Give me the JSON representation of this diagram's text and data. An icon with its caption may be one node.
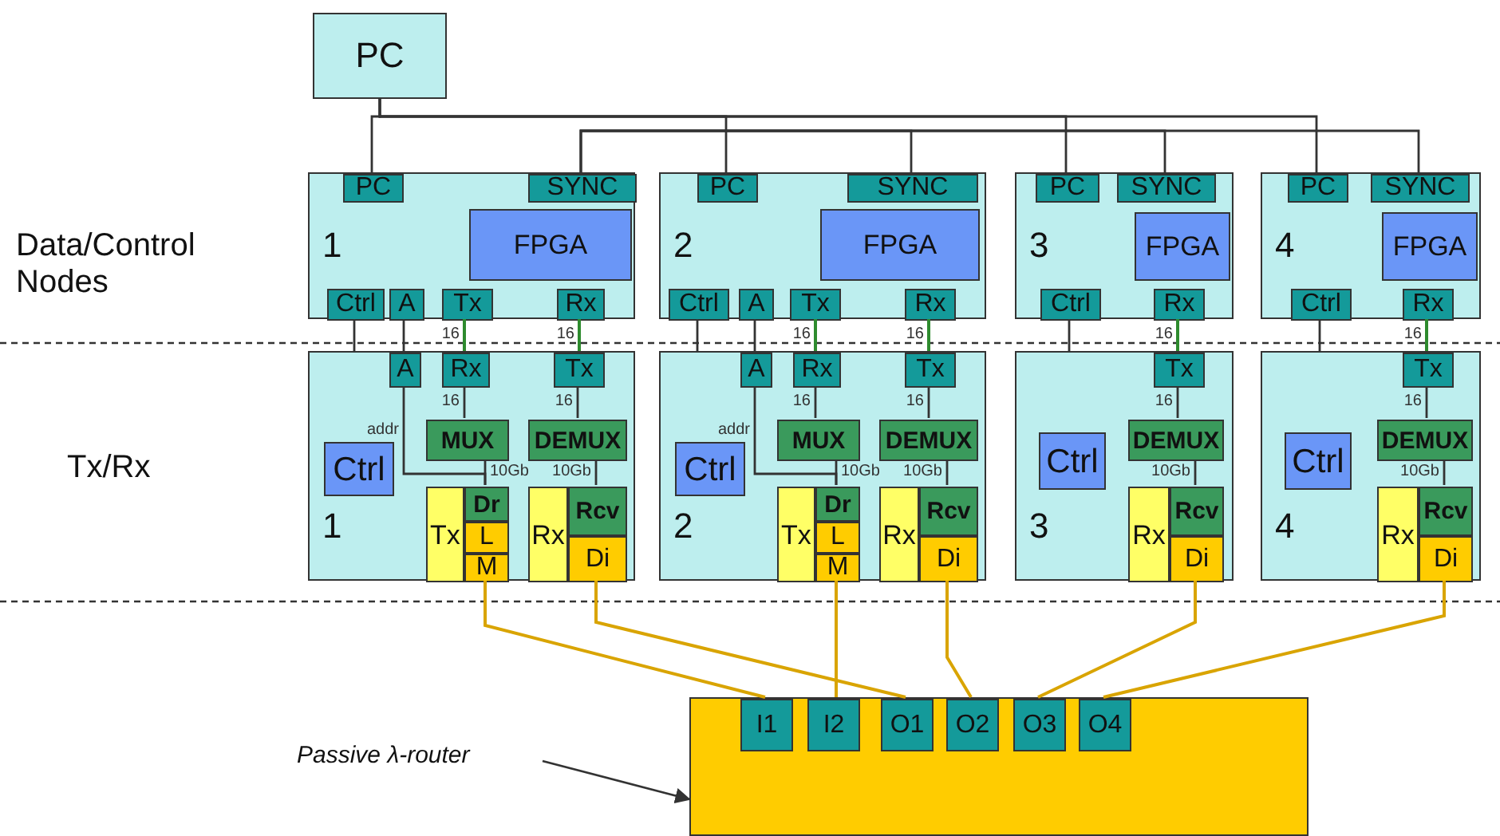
{
  "diagram": {
    "nodes": [
      {
        "text": [
          "PC"
        ]
      },
      {
        "text": [
          "1"
        ]
      },
      {
        "text": [
          "PC"
        ],
        "in": 1
      },
      {
        "text": [
          "SYNC"
        ],
        "in": 1
      },
      {
        "text": [
          "FPGA"
        ],
        "in": 1
      },
      {
        "text": [
          "Ctrl"
        ],
        "in": 1
      },
      {
        "text": [
          "A"
        ],
        "in": 1
      },
      {
        "text": [
          "Tx"
        ],
        "in": 1
      },
      {
        "text": [
          "Rx"
        ],
        "in": 1
      },
      {
        "text": [
          "2"
        ]
      },
      {
        "text": [
          "PC"
        ],
        "in": 9
      },
      {
        "text": [
          "SYNC"
        ],
        "in": 9
      },
      {
        "text": [
          "FPGA"
        ],
        "in": 9
      },
      {
        "text": [
          "Ctrl"
        ],
        "in": 9
      },
      {
        "text": [
          "A"
        ],
        "in": 9
      },
      {
        "text": [
          "Tx"
        ],
        "in": 9
      },
      {
        "text": [
          "Rx"
        ],
        "in": 9
      },
      {
        "text": [
          "3"
        ]
      },
      {
        "text": [
          "PC"
        ],
        "in": 17
      },
      {
        "text": [
          "SYNC"
        ],
        "in": 17
      },
      {
        "text": [
          "FPGA"
        ],
        "in": 17
      },
      {
        "text": [
          "Ctrl"
        ],
        "in": 17
      },
      {
        "text": [
          "Rx"
        ],
        "in": 17
      },
      {
        "text": [
          "4"
        ]
      },
      {
        "text": [
          "PC"
        ],
        "in": 23
      },
      {
        "text": [
          "SYNC"
        ],
        "in": 23
      },
      {
        "text": [
          "FPGA"
        ],
        "in": 23
      },
      {
        "text": [
          "Ctrl"
        ],
        "in": 23
      },
      {
        "text": [
          "Rx"
        ],
        "in": 23
      },
      {
        "text": [
          "1"
        ]
      },
      {
        "text": [
          "A"
        ],
        "in": 29
      },
      {
        "text": [
          "Rx"
        ],
        "in": 29
      },
      {
        "text": [
          "Tx"
        ],
        "in": 29
      },
      {
        "text": [
          "Ctrl"
        ],
        "in": 29
      },
      {
        "text": [
          "MUX"
        ],
        "in": 29
      },
      {
        "text": [
          "DEMUX"
        ],
        "in": 29
      },
      {
        "text": [
          "Tx"
        ],
        "in": 29
      },
      {
        "text": [
          "Dr"
        ],
        "in": 29
      },
      {
        "text": [
          "L"
        ],
        "in": 29
      },
      {
        "text": [
          "M"
        ],
        "in": 29
      },
      {
        "text": [
          "Rx"
        ],
        "in": 29
      },
      {
        "text": [
          "Rcv"
        ],
        "in": 29
      },
      {
        "text": [
          "Di"
        ],
        "in": 29
      },
      {
        "text": [
          "2"
        ]
      },
      {
        "text": [
          "A"
        ],
        "in": 43
      },
      {
        "text": [
          "Rx"
        ],
        "in": 43
      },
      {
        "text": [
          "Tx"
        ],
        "in": 43
      },
      {
        "text": [
          "Ctrl"
        ],
        "in": 43
      },
      {
        "text": [
          "MUX"
        ],
        "in": 43
      },
      {
        "text": [
          "DEMUX"
        ],
        "in": 43
      },
      {
        "text": [
          "Tx"
        ],
        "in": 43
      },
      {
        "text": [
          "Dr"
        ],
        "in": 43
      },
      {
        "text": [
          "L"
        ],
        "in": 43
      },
      {
        "text": [
          "M"
        ],
        "in": 43
      },
      {
        "text": [
          "Rx"
        ],
        "in": 43
      },
      {
        "text": [
          "Rcv"
        ],
        "in": 43
      },
      {
        "text": [
          "Di"
        ],
        "in": 43
      },
      {
        "text": [
          "3"
        ]
      },
      {
        "text": [
          "Tx"
        ],
        "in": 57
      },
      {
        "text": [
          "Ctrl"
        ],
        "in": 57
      },
      {
        "text": [
          "DEMUX"
        ],
        "in": 57
      },
      {
        "text": [
          "Rx"
        ],
        "in": 57
      },
      {
        "text": [
          "Rcv"
        ],
        "in": 57
      },
      {
        "text": [
          "Di"
        ],
        "in": 57
      },
      {
        "text": [
          "4"
        ]
      },
      {
        "text": [
          "Tx"
        ],
        "in": 64
      },
      {
        "text": [
          "Ctrl"
        ],
        "in": 64
      },
      {
        "text": [
          "DEMUX"
        ],
        "in": 64
      },
      {
        "text": [
          "Rx"
        ],
        "in": 64
      },
      {
        "text": [
          "Rcv"
        ],
        "in": 64
      },
      {
        "text": [
          "Di"
        ],
        "in": 64
      },
      {
        "text": [],
        "shape": "box"
      },
      {
        "text": [
          "I1"
        ],
        "in": 71
      },
      {
        "text": [
          "I2"
        ],
        "in": 71
      },
      {
        "text": [
          "O1"
        ],
        "in": 71
      },
      {
        "text": [
          "O2"
        ],
        "in": 71
      },
      {
        "text": [
          "O3"
        ],
        "in": 71
      },
      {
        "text": [
          "O4"
        ],
        "in": 71
      },
      {
        "text": [
          "Passive λ-router"
        ]
      }
    ],
    "edges": [
      {
        "from": 0,
        "to": 2,
        "arrow": "none"
      },
      {
        "from": 0,
        "to": 10,
        "arrow": "none"
      },
      {
        "from": 0,
        "to": 18,
        "arrow": "none"
      },
      {
        "from": 0,
        "to": 24,
        "arrow": "none"
      },
      {
        "from": 3,
        "to": 11,
        "arrow": "none"
      },
      {
        "from": 3,
        "to": 19,
        "arrow": "none"
      },
      {
        "from": 3,
        "to": 25,
        "arrow": "none"
      },
      {
        "from": 5,
        "to": 29,
        "arrow": "none"
      },
      {
        "from": 6,
        "to": 30,
        "arrow": "none"
      },
      {
        "from": 7,
        "to": 31,
        "arrow": "none",
        "label": "16",
        "color": "#2e8b2e"
      },
      {
        "from": 8,
        "to": 32,
        "arrow": "none",
        "label": "16",
        "color": "#2e8b2e"
      },
      {
        "from": 13,
        "to": 43,
        "arrow": "none"
      },
      {
        "from": 14,
        "to": 44,
        "arrow": "none"
      },
      {
        "from": 15,
        "to": 45,
        "arrow": "none",
        "label": "16",
        "color": "#2e8b2e"
      },
      {
        "from": 16,
        "to": 46,
        "arrow": "none",
        "label": "16",
        "color": "#2e8b2e"
      },
      {
        "from": 21,
        "to": 57,
        "arrow": "none"
      },
      {
        "from": 22,
        "to": 58,
        "arrow": "none",
        "label": "16",
        "color": "#2e8b2e"
      },
      {
        "from": 27,
        "to": 64,
        "arrow": "none"
      },
      {
        "from": 28,
        "to": 65,
        "arrow": "none",
        "label": "16",
        "color": "#2e8b2e"
      },
      {
        "from": 30,
        "to": 37,
        "arrow": "none",
        "label": "addr"
      },
      {
        "from": 31,
        "to": 34,
        "arrow": "none",
        "label": "16"
      },
      {
        "from": 32,
        "to": 35,
        "arrow": "none",
        "label": "16"
      },
      {
        "from": 34,
        "to": 37,
        "arrow": "none",
        "label": "10Gb"
      },
      {
        "from": 35,
        "to": 41,
        "arrow": "none",
        "label": "10Gb"
      },
      {
        "from": 44,
        "to": 51,
        "arrow": "none",
        "label": "addr"
      },
      {
        "from": 45,
        "to": 48,
        "arrow": "none",
        "label": "16"
      },
      {
        "from": 46,
        "to": 49,
        "arrow": "none",
        "label": "16"
      },
      {
        "from": 48,
        "to": 51,
        "arrow": "none",
        "label": "10Gb"
      },
      {
        "from": 49,
        "to": 55,
        "arrow": "none",
        "label": "10Gb"
      },
      {
        "from": 58,
        "to": 60,
        "arrow": "none",
        "label": "16"
      },
      {
        "from": 60,
        "to": 62,
        "arrow": "none",
        "label": "10Gb"
      },
      {
        "from": 65,
        "to": 67,
        "arrow": "none",
        "label": "16"
      },
      {
        "from": 67,
        "to": 69,
        "arrow": "none",
        "label": "10Gb"
      },
      {
        "from": 39,
        "to": 72,
        "arrow": "none",
        "color": "#d9a400"
      },
      {
        "from": 42,
        "to": 74,
        "arrow": "none",
        "color": "#d9a400"
      },
      {
        "from": 53,
        "to": 73,
        "arrow": "none",
        "color": "#d9a400"
      },
      {
        "from": 56,
        "to": 75,
        "arrow": "none",
        "color": "#d9a400"
      },
      {
        "from": 63,
        "to": 76,
        "arrow": "none",
        "color": "#d9a400"
      },
      {
        "from": 70,
        "to": 77,
        "arrow": "none",
        "color": "#d9a400"
      },
      {
        "from": 78,
        "to": 71,
        "arrow": "to"
      }
    ],
    "labels": [
      "Data/Control Nodes",
      "Tx/Rx"
    ]
  }
}
